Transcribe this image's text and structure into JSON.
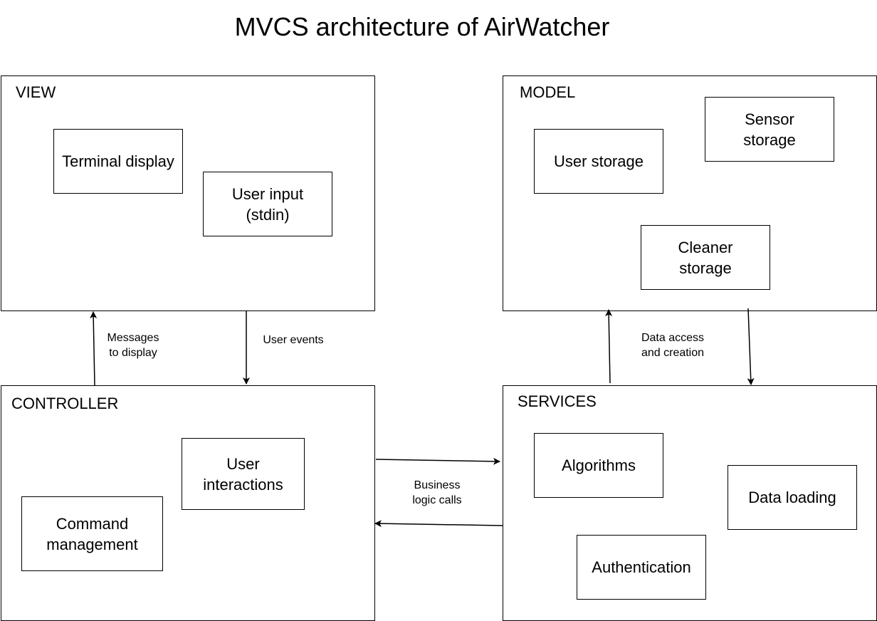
{
  "title": "MVCS architecture of AirWatcher",
  "sections": {
    "view": {
      "label": "VIEW",
      "components": {
        "terminal_display": "Terminal display",
        "user_input": "User input\n(stdin)"
      }
    },
    "model": {
      "label": "MODEL",
      "components": {
        "user_storage": "User storage",
        "sensor_storage": "Sensor\nstorage",
        "cleaner_storage": "Cleaner\nstorage"
      }
    },
    "controller": {
      "label": "CONTROLLER",
      "components": {
        "user_interactions": "User\ninteractions",
        "command_management": "Command\nmanagement"
      }
    },
    "services": {
      "label": "SERVICES",
      "components": {
        "algorithms": "Algorithms",
        "data_loading": "Data loading",
        "authentication": "Authentication"
      }
    }
  },
  "edges": {
    "messages_to_display": "Messages\nto display",
    "user_events": "User events",
    "data_access": "Data access\nand creation",
    "business_logic": "Business\nlogic calls"
  }
}
